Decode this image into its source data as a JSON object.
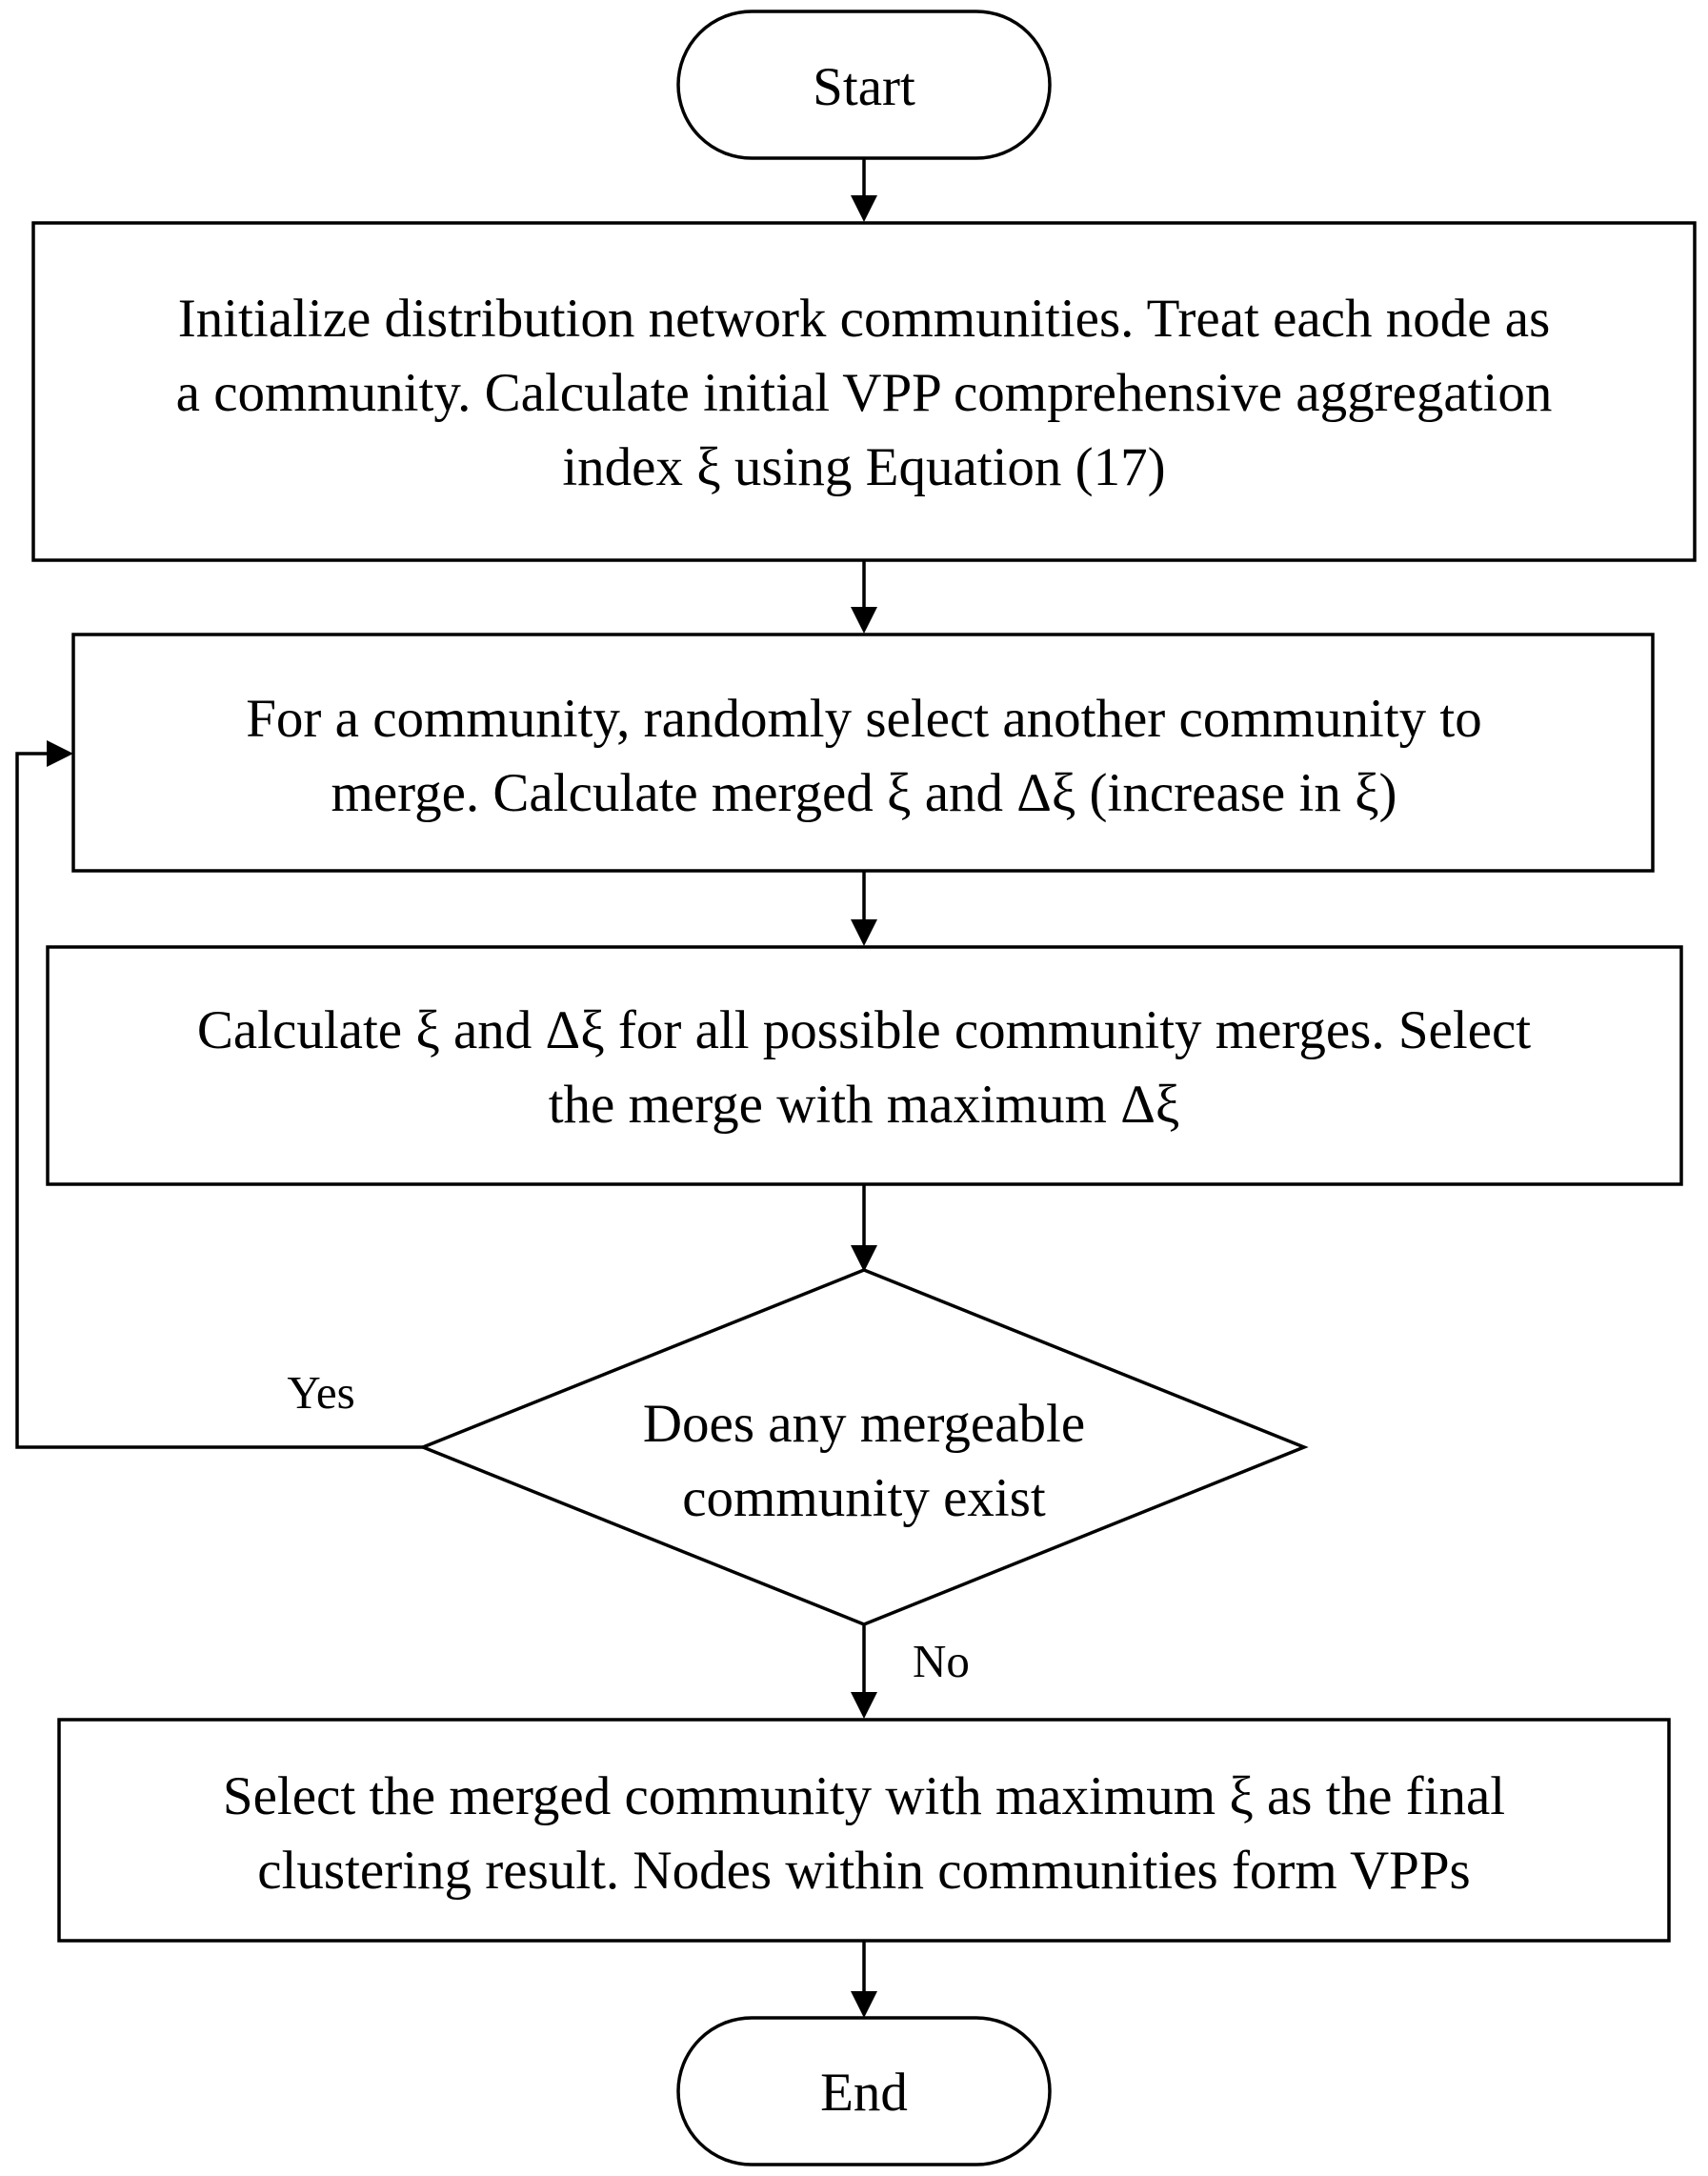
{
  "nodes": {
    "start": {
      "label": "Start"
    },
    "init": {
      "lines": [
        "Initialize distribution network communities. Treat each node as",
        "a community. Calculate initial VPP comprehensive aggregation",
        "index ξ using Equation (17)"
      ]
    },
    "select_merge": {
      "lines": [
        "For a community, randomly select another community to",
        "merge. Calculate merged ξ and Δξ (increase in ξ)"
      ]
    },
    "calc_all": {
      "lines": [
        "Calculate ξ and Δξ for all possible community merges. Select",
        "the merge with maximum Δξ"
      ]
    },
    "decision": {
      "lines": [
        "Does any mergeable",
        "community exist"
      ]
    },
    "final": {
      "lines": [
        "Select the merged community with maximum ξ as the final",
        "clustering result. Nodes within communities form VPPs"
      ]
    },
    "end": {
      "label": "End"
    }
  },
  "edges": {
    "yes_label": "Yes",
    "no_label": "No"
  }
}
